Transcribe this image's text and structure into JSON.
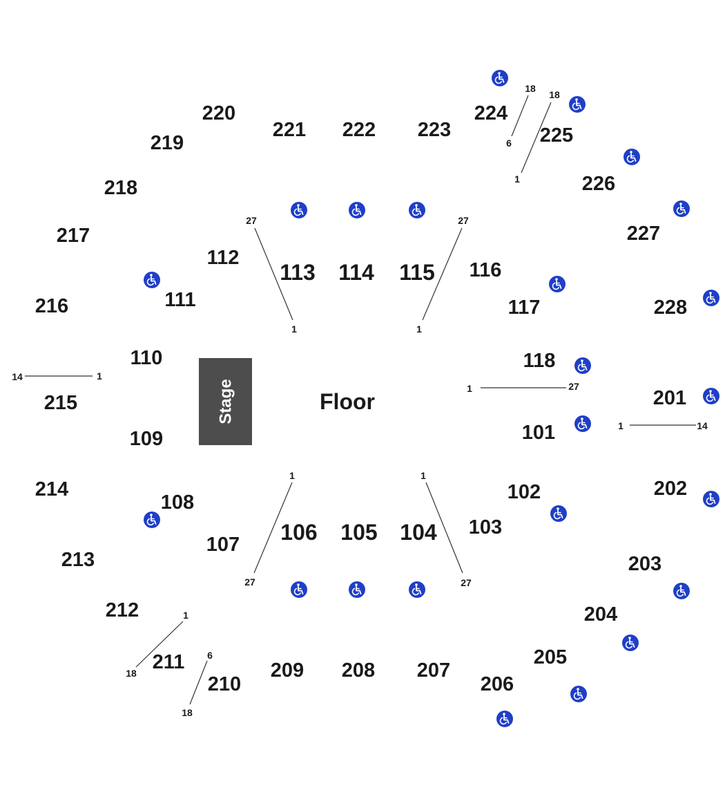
{
  "stage": {
    "label": "Stage",
    "fill": "#4d4d4d",
    "text_color": "#ffffff"
  },
  "floor": {
    "label": "Floor"
  },
  "accessibility": {
    "icon": "wheelchair-icon",
    "color": "#1f3fc8"
  },
  "sections_100": {
    "s101": "101",
    "s102": "102",
    "s103": "103",
    "s104": "104",
    "s105": "105",
    "s106": "106",
    "s107": "107",
    "s108": "108",
    "s109": "109",
    "s110": "110",
    "s111": "111",
    "s112": "112",
    "s113": "113",
    "s114": "114",
    "s115": "115",
    "s116": "116",
    "s117": "117",
    "s118": "118"
  },
  "sections_200": {
    "s201": "201",
    "s202": "202",
    "s203": "203",
    "s204": "204",
    "s205": "205",
    "s206": "206",
    "s207": "207",
    "s208": "208",
    "s209": "209",
    "s210": "210",
    "s211": "211",
    "s212": "212",
    "s213": "213",
    "s214": "214",
    "s215": "215",
    "s216": "216",
    "s217": "217",
    "s218": "218",
    "s219": "219",
    "s220": "220",
    "s221": "221",
    "s222": "222",
    "s223": "223",
    "s224": "224",
    "s225": "225",
    "s226": "226",
    "s227": "227",
    "s228": "228"
  },
  "row_markers": {
    "r224_top": "18",
    "r224_bot": "6",
    "r225_top": "18",
    "r225_bot": "1",
    "r113_top": "27",
    "r113_bot": "1",
    "r115_top": "27",
    "r115_bot": "1",
    "r215_left": "14",
    "r215_right": "1",
    "r118_left": "1",
    "r118_right": "27",
    "r201_left": "1",
    "r201_right": "14",
    "r106_top": "1",
    "r106_bot": "27",
    "r104_top": "1",
    "r104_bot": "27",
    "r212_top": "1",
    "r212_bot": "18",
    "r210_top": "6",
    "r210_bot": "18"
  }
}
